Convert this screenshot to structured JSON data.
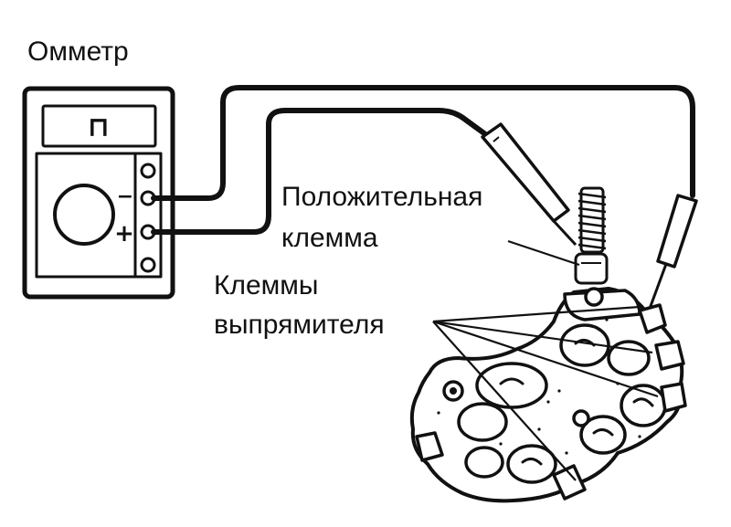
{
  "labels": {
    "ohmmeter": "Омметр",
    "positive_terminal_line1": "Положительная",
    "positive_terminal_line2": "клемма",
    "rectifier_terminals_line1": "Клеммы",
    "rectifier_terminals_line2": "выпрямителя"
  },
  "meter": {
    "display_symbol": "⊓",
    "minus_sign": "−",
    "plus_sign": "+"
  },
  "colors": {
    "ink": "#111111",
    "paper": "#ffffff"
  }
}
